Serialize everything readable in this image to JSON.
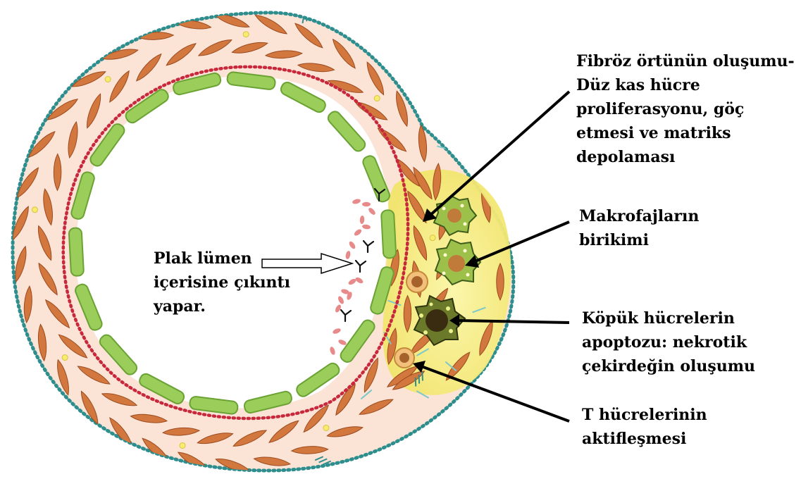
{
  "labels": {
    "fibrous_cap": [
      "Fibröz örtünün oluşumu-",
      "Düz kas hücre",
      "proliferasyonu, göç",
      "etmesi ve matriks",
      "depolaması"
    ],
    "macrophages": [
      "Makrofajların",
      "birikimi"
    ],
    "foam_cells": [
      "Köpük hücrelerin",
      "apoptozu: nekrotik",
      "çekirdeğin oluşumu"
    ],
    "t_cells": [
      "T hücrelerinin",
      "aktifleşmesi"
    ],
    "plaque_lumen": [
      "Plak lümen",
      "içerisine çıkıntı",
      "yapar."
    ]
  },
  "colors": {
    "wall_fill": "#fbe3d6",
    "endothelium": "#9acd5a",
    "endothelium_stroke": "#6aa234",
    "smooth_muscle": "#d2773e",
    "plaque_fill": "#f6f08a",
    "macrophage": "#9cc04a",
    "foam_core": "#5c4a1e",
    "outer_dots": "#2e8e8e",
    "inner_dots": "#c8283c",
    "arrow": "#000000"
  },
  "icons": [
    "smooth-muscle-cell",
    "collagen-fiber",
    "macrophage",
    "foam-cell",
    "t-cell",
    "antibody",
    "platelet"
  ]
}
